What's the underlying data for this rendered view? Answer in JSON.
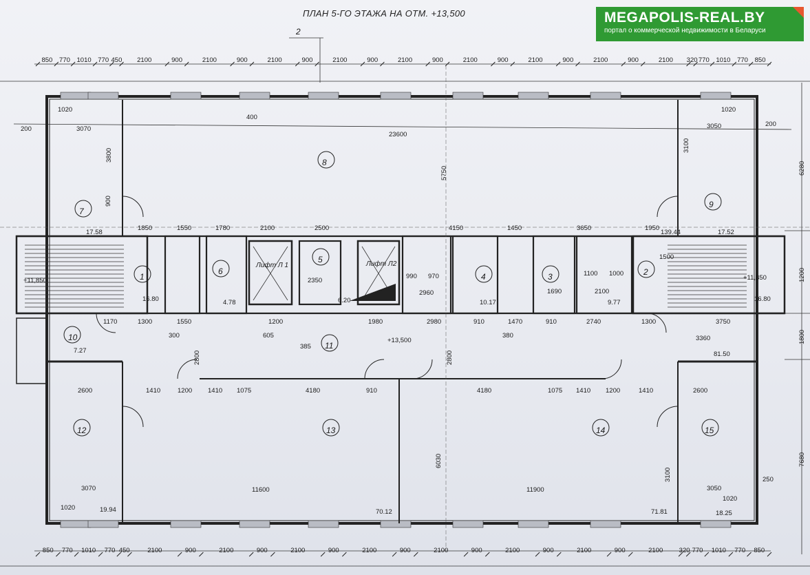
{
  "header": {
    "title": "ПЛАН 5-ГО ЭТАЖА НА ОТМ. +13,500",
    "section_mark": "2"
  },
  "logo": {
    "brand": "MEGAPOLIS-REAL.BY",
    "tagline": "портал о коммерческой недвижимости в Беларуси",
    "color": "#2f9a33",
    "accent": "#e7572f"
  },
  "top_dims": [
    "850",
    "770",
    "1010",
    "770",
    "450",
    "2100",
    "900",
    "2100",
    "900",
    "2100",
    "900",
    "2100",
    "900",
    "2100",
    "900",
    "2100",
    "900",
    "2100",
    "900",
    "2100",
    "900",
    "2100",
    "320",
    "770",
    "1010",
    "770",
    "850"
  ],
  "bottom_dims": [
    "850",
    "770",
    "1010",
    "770",
    "450",
    "2100",
    "900",
    "2100",
    "900",
    "2100",
    "900",
    "2100",
    "900",
    "2100",
    "900",
    "2100",
    "900",
    "2100",
    "900",
    "2100",
    "320",
    "770",
    "1010",
    "770",
    "850"
  ],
  "rooms": {
    "r1": "1",
    "r2": "2",
    "r3": "3",
    "r4": "4",
    "r5": "5",
    "r6": "6",
    "r7": "7",
    "r8": "8",
    "r9": "9",
    "r10": "10",
    "r11": "11",
    "r12": "12",
    "r13": "13",
    "r14": "14",
    "r15": "15"
  },
  "elevators": {
    "l1": "Лифт Л 1",
    "l2": "Лифт Л2"
  },
  "levels": {
    "left": "+11,850",
    "right": "+11,850",
    "floor": "+13,500"
  },
  "areas": {
    "a1": "16.80",
    "a2": "16.80",
    "a4": "10.17",
    "a3": "9.77",
    "a6": "4.78",
    "a5": "6.20",
    "a7": "17.58",
    "a9": "17.52",
    "a10": "7.27",
    "a15": "81.50",
    "a12": "19.94",
    "a13": "70.12",
    "a14": "71.81",
    "a9b": "139.44",
    "a15b": "18.25"
  },
  "dims": {
    "d23600": "23600",
    "d11600": "11600",
    "d11900": "11900",
    "d5750": "5750",
    "d6030": "6030",
    "d6280": "6280",
    "d7680": "7680",
    "d3070a": "3070",
    "d3070b": "3070",
    "d3050a": "3050",
    "d3050b": "3050",
    "d3800": "3800",
    "d3100a": "3100",
    "d3100b": "3100",
    "d2800a": "2800",
    "d2800b": "2800",
    "d1850": "1850",
    "d1550": "1550",
    "d1780": "1780",
    "d2100": "2100",
    "d2500": "2500",
    "d4150": "4150",
    "d1450": "1450",
    "d3650": "3650",
    "d1950": "1950",
    "d1170": "1170",
    "d1300a": "1300",
    "d1550b": "1550",
    "d1200": "1200",
    "d1980": "1980",
    "d2980": "2980",
    "d910a": "910",
    "d1470": "1470",
    "d910b": "910",
    "d2740": "2740",
    "d1300b": "1300",
    "d3750": "3750",
    "d2600a": "2600",
    "d1410a": "1410",
    "d1200b": "1200",
    "d1410b": "1410",
    "d1075a": "1075",
    "d4180a": "4180",
    "d910c": "910",
    "d4180b": "4180",
    "d1075b": "1075",
    "d1410c": "1410",
    "d1200c": "1200",
    "d1410d": "1410",
    "d2600b": "2600",
    "d3360": "3360",
    "d2350": "2350",
    "d1500": "1500",
    "d2100b": "2100",
    "d1690": "1690",
    "d1100": "1100",
    "d1000": "1000",
    "d2960": "2960",
    "d990": "990",
    "d970": "970",
    "d1020a": "1020",
    "d1020b": "1020",
    "d1020c": "1020",
    "d1020d": "1020",
    "d200a": "200",
    "d200b": "200",
    "d250": "250",
    "d400": "400",
    "d900": "900",
    "d385": "385",
    "d605": "605",
    "d300": "300",
    "d380": "380",
    "d1800": "1800",
    "d1200r": "1200"
  }
}
